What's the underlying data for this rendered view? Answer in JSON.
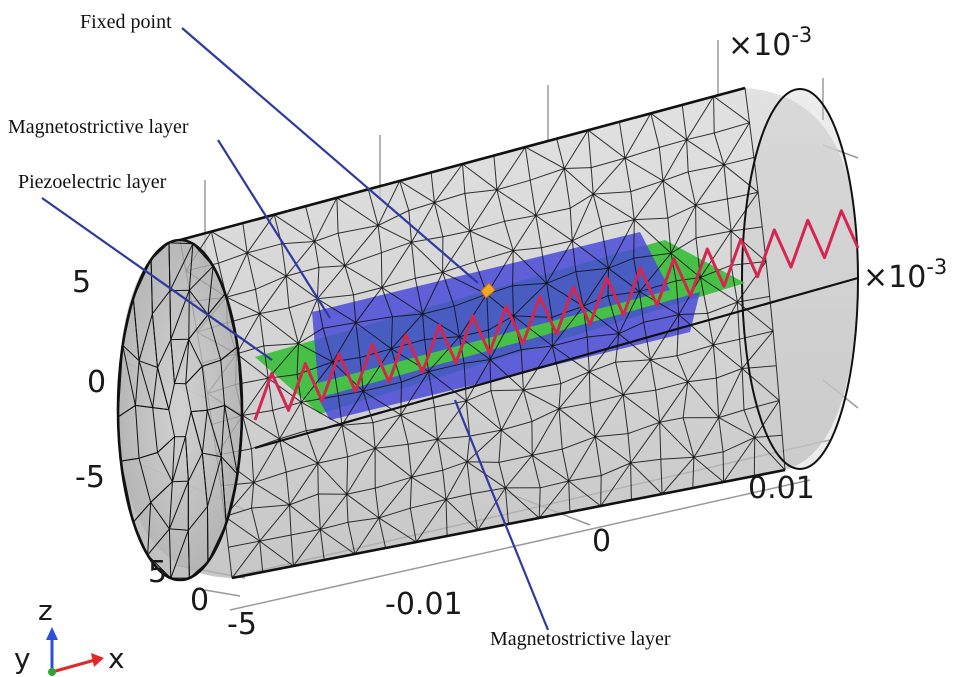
{
  "figure": {
    "annotations": {
      "fixed_point": "Fixed point",
      "magnetostrictive_top": "Magnetostrictive layer",
      "piezoelectric": "Piezoelectric layer",
      "magnetostrictive_bottom": "Magnetostrictive layer"
    },
    "scale_factors": {
      "top": "×10",
      "top_exp": "-3",
      "right": "×10",
      "right_exp": "-3"
    },
    "z_ticks": [
      "5",
      "0",
      "-5"
    ],
    "x_ticks": [
      "-0.01",
      "0",
      "0.01"
    ],
    "y_ticks": [
      "5",
      "0",
      "-5"
    ],
    "triad": {
      "z": "z",
      "y": "y",
      "x": "x"
    },
    "colors": {
      "magnetostrictive": "#4a4ad8",
      "piezoelectric": "#3fbf3f",
      "fixed_point": "#f5a623",
      "boundary_edge": "#d6264f",
      "leader_line": "#2e3aa0",
      "mesh": "#111111"
    }
  }
}
